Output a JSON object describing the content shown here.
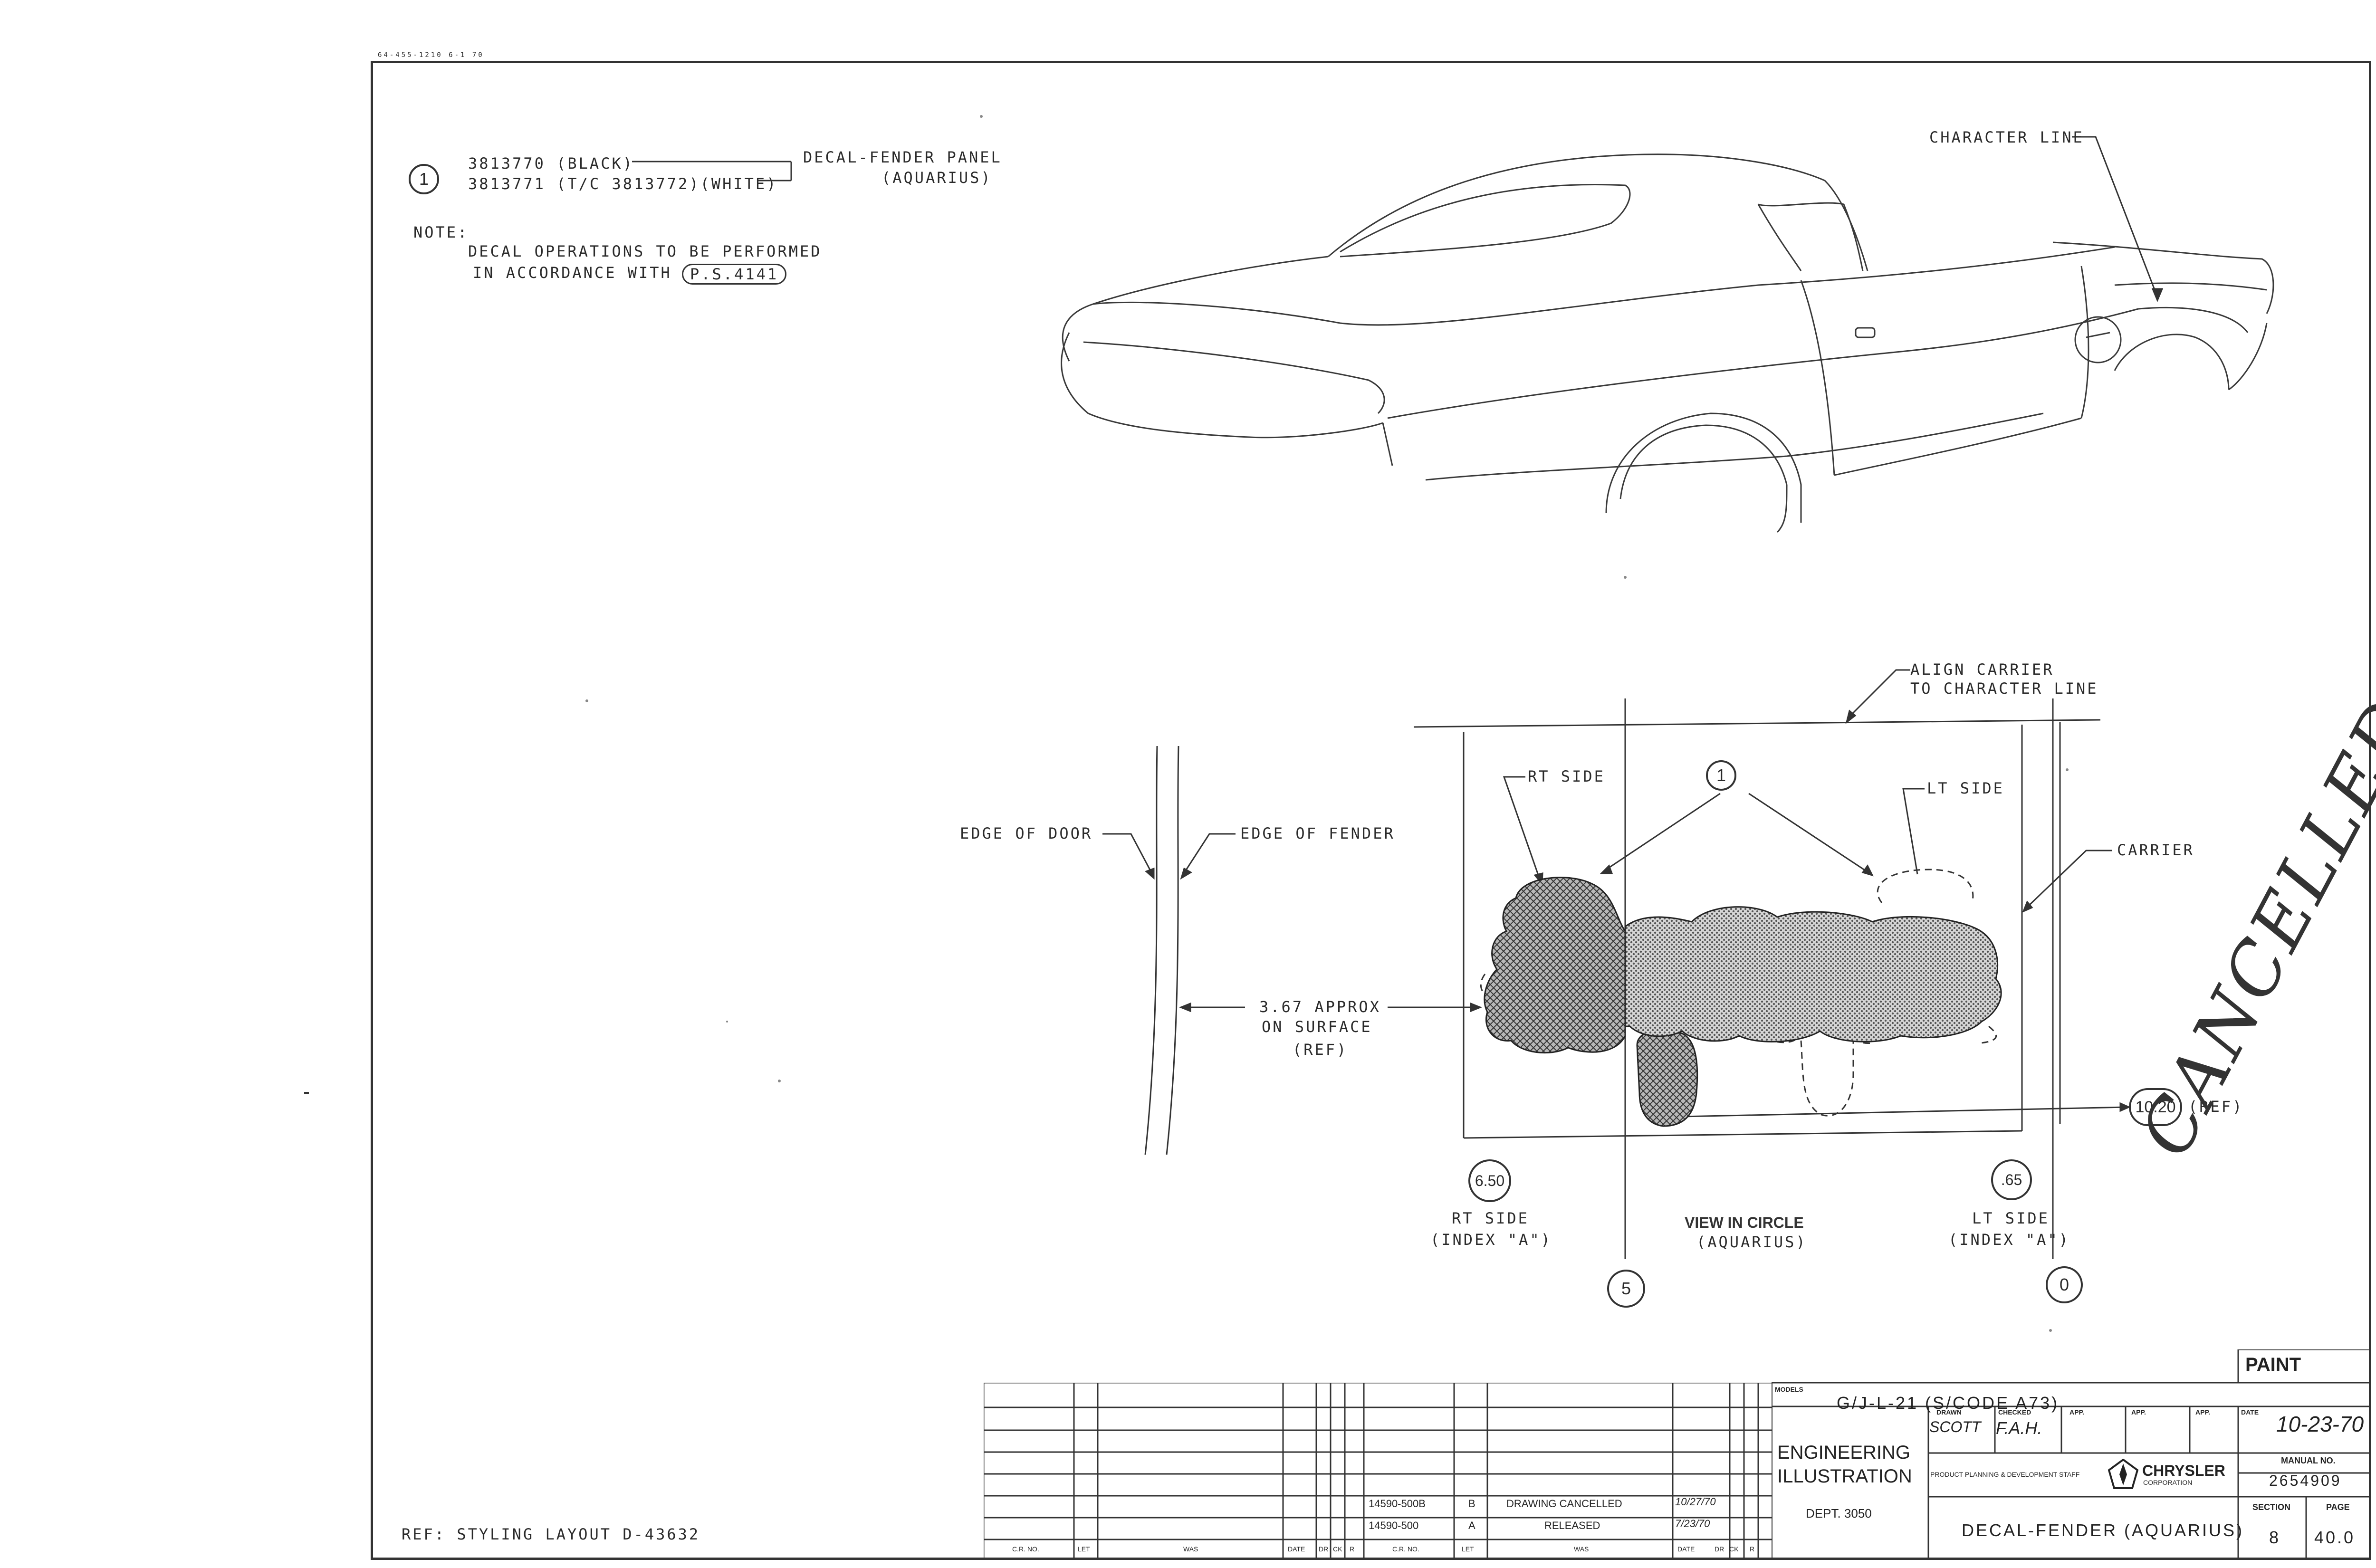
{
  "header_code": "64-455-1210 6-1 70",
  "callout": {
    "marker": "1",
    "line1": "3813770 (BLACK)",
    "line2": "3813771 (T/C 3813772)(WHITE)",
    "part_name_line1": "DECAL-FENDER PANEL",
    "part_name_line2": "(AQUARIUS)"
  },
  "note": {
    "label": "NOTE:",
    "line1": "DECAL OPERATIONS TO BE PERFORMED",
    "line2": "IN ACCORDANCE WITH",
    "spec": "P.S.4141"
  },
  "car_labels": {
    "character_line": "CHARACTER LINE"
  },
  "detail_labels": {
    "align_carrier_1": "ALIGN CARRIER",
    "align_carrier_2": "TO CHARACTER LINE",
    "rt_side": "RT SIDE",
    "lt_side": "LT SIDE",
    "carrier": "CARRIER",
    "edge_of_door": "EDGE OF DOOR",
    "edge_of_fender": "EDGE OF FENDER",
    "approx_1": "3.67 APPROX",
    "approx_2": "ON SURFACE",
    "approx_3": "(REF)",
    "ref_1020_value": "10.20",
    "ref_1020_suffix": "(REF)",
    "circle_650": "6.50",
    "circle_065": ".65",
    "circle_5": "5",
    "circle_0": "0",
    "circle_1": "1",
    "rt_index_1": "RT SIDE",
    "rt_index_2": "(INDEX \"A\")",
    "lt_index_1": "LT SIDE",
    "lt_index_2": "(INDEX \"A\")",
    "view_1": "VIEW IN CIRCLE",
    "view_2": "(AQUARIUS)"
  },
  "stamp": "CANCELLED",
  "reference": "REF: STYLING LAYOUT D-43632",
  "revision_table": {
    "rows": [
      {
        "cr_no": "14590-500B",
        "ltr": "B",
        "was": "DRAWING CANCELLED",
        "date": "10/27/70"
      },
      {
        "cr_no": "14590-500",
        "ltr": "A",
        "was": "RELEASED",
        "date": "7/23/70"
      }
    ],
    "footer": [
      "C.R. NO.",
      "LET",
      "WAS",
      "DATE",
      "DR",
      "CK",
      "R",
      "C.R. NO.",
      "LET",
      "WAS",
      "DATE",
      "DR",
      "CK",
      "R"
    ]
  },
  "title_block": {
    "paint": "PAINT",
    "models_label": "MODELS",
    "models_value": "G/J-L-21 (S/CODE A73)",
    "title_1": "ENGINEERING",
    "title_2": "ILLUSTRATION",
    "dept": "DEPT. 3050",
    "drawn_label": "DRAWN",
    "drawn_value": "SCOTT",
    "checked_label": "CHECKED",
    "checked_value": "F.A.H.",
    "app_label": "APP.",
    "app2_label": "APP.",
    "app3_label": "APP.",
    "date_label": "DATE",
    "date_value": "10-23-70",
    "staff": "PRODUCT PLANNING & DEVELOPMENT STAFF",
    "company_1": "CHRYSLER",
    "company_2": "CORPORATION",
    "manual_label": "MANUAL NO.",
    "manual_value": "2654909",
    "description": "DECAL-FENDER (AQUARIUS)",
    "section_label": "SECTION",
    "section_value": "8",
    "page_label": "PAGE",
    "page_value": "40.0"
  }
}
